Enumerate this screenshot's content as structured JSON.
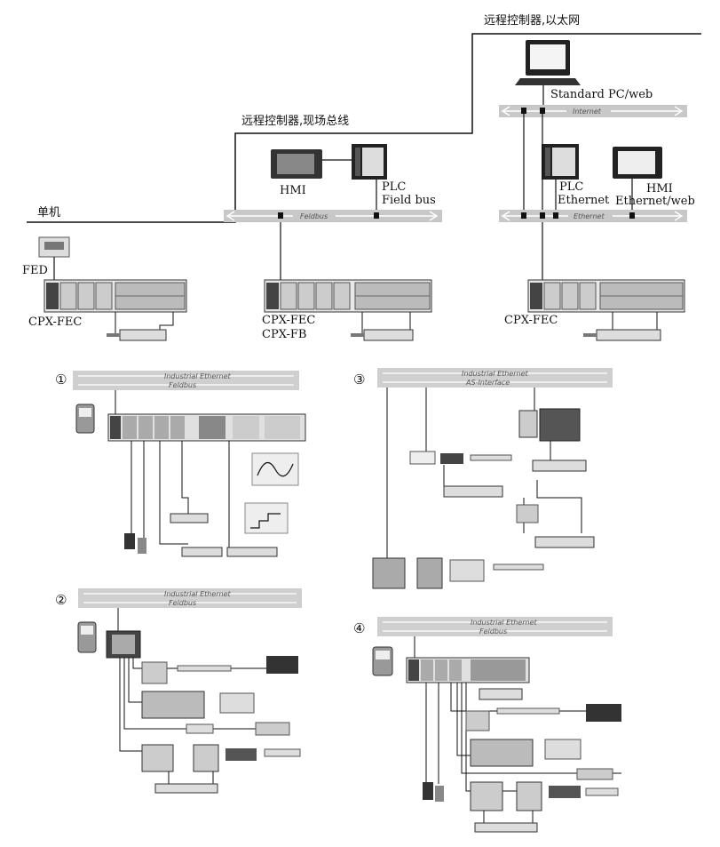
{
  "top": {
    "tier1_label": "远程控制器,以太网",
    "tier2_label": "远程控制器,现场总线",
    "tier3_label": "单机",
    "standard_pc": "Standard PC/web",
    "internet_bus": "Internet",
    "fieldbus_bus": "Feldbus",
    "ethernet_bus": "Ethernet",
    "hmi_left": "HMI",
    "plc_field_1": "PLC",
    "plc_field_2": "Field  bus",
    "plc_eth_1": "PLC",
    "plc_eth_2": "Ethernet",
    "hmi_right_1": "HMI",
    "hmi_right_2": "Ethernet/web",
    "fed": "FED",
    "cpx_fec_1": "CPX-FEC",
    "cpx_fec_2": "CPX-FEC",
    "cpx_fb": "CPX-FB",
    "cpx_fec_3": "CPX-FEC"
  },
  "panels": {
    "p1_num": "①",
    "p2_num": "②",
    "p3_num": "③",
    "p4_num": "④",
    "p1_bus_top": "Industrial Ethernet",
    "p1_bus_bottom": "Feldbus",
    "p2_bus_top": "Industrial Ethernet",
    "p2_bus_bottom": "Feldbus",
    "p3_bus_top": "Industrial Ethernet",
    "p3_bus_bottom": "AS-Interface",
    "p4_bus_top": "Industrial Ethernet",
    "p4_bus_bottom": "Feldbus"
  }
}
